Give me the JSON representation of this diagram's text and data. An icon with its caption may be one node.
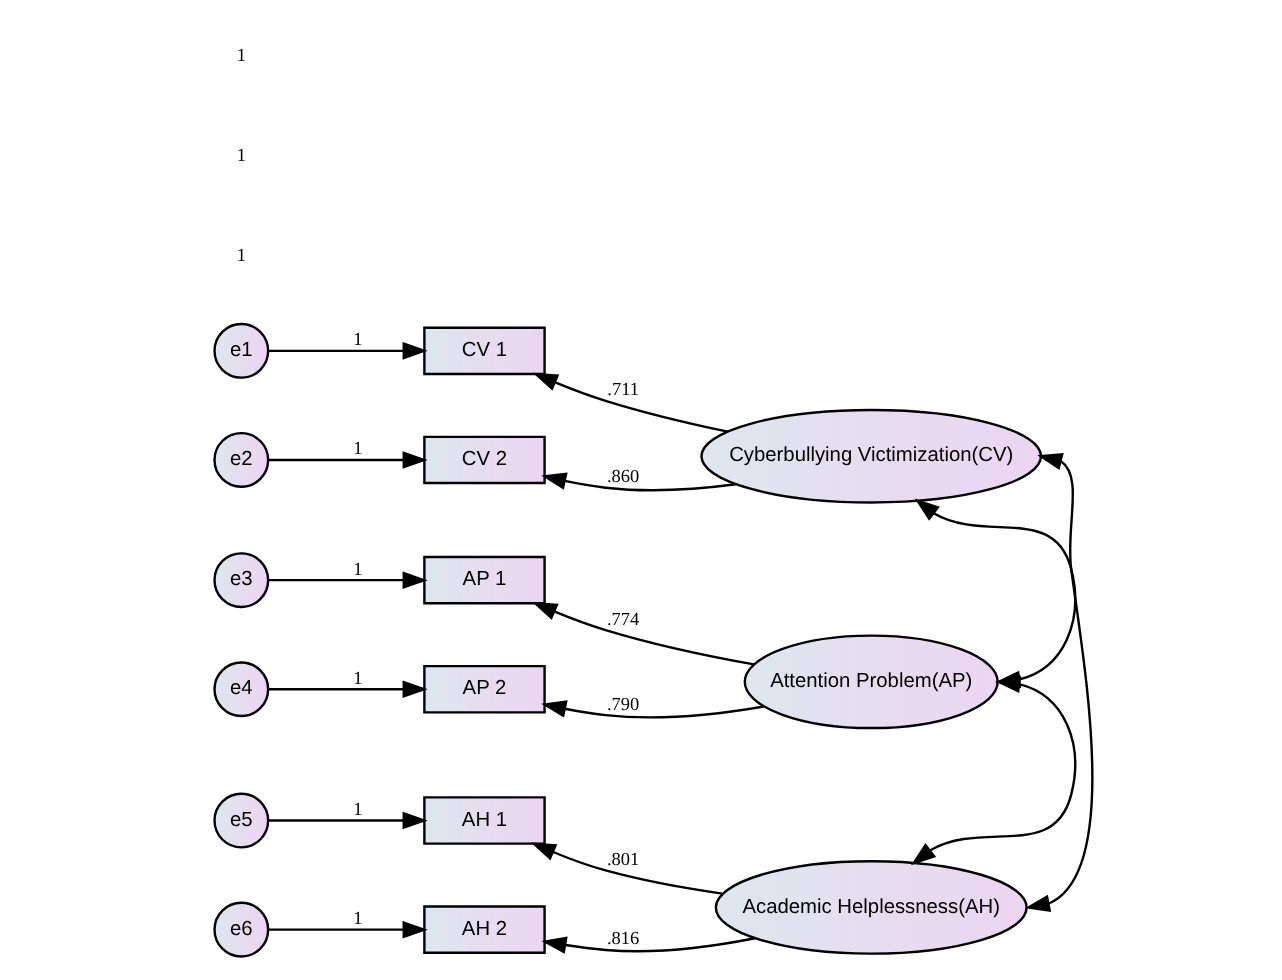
{
  "diagram": {
    "nodes": [
      {
        "text": [
          "e1"
        ]
      },
      {
        "text": [
          "CV 1"
        ]
      },
      {
        "text": [
          "Cyberbullying Victimization(CV)"
        ]
      },
      {
        "text": [
          "e2"
        ]
      },
      {
        "text": [
          "CV 2"
        ]
      },
      {
        "text": [
          "e3"
        ]
      },
      {
        "text": [
          "AP 1"
        ]
      },
      {
        "text": [
          "Attention Problem(AP)"
        ]
      },
      {
        "text": [
          "e4"
        ]
      },
      {
        "text": [
          "AP 2"
        ]
      },
      {
        "text": [
          "e5"
        ]
      },
      {
        "text": [
          "AH 1"
        ]
      },
      {
        "text": [
          "Academic Helplessness(AH)"
        ]
      },
      {
        "text": [
          "e6"
        ]
      },
      {
        "text": [
          "AH 2"
        ]
      }
    ],
    "edges": [
      {
        "from": 0,
        "to": 1,
        "arrow": "to",
        "label": "1"
      },
      {
        "from": 2,
        "to": 1,
        "arrow": "to",
        "label": ".711"
      },
      {
        "from": 3,
        "to": 4,
        "arrow": "to",
        "label": "1"
      },
      {
        "from": 2,
        "to": 4,
        "arrow": "to",
        "label": ".860"
      },
      {
        "from": 5,
        "to": 6,
        "arrow": "to",
        "label": "1"
      },
      {
        "from": 7,
        "to": 6,
        "arrow": "to",
        "label": ".774"
      },
      {
        "from": 8,
        "to": 9,
        "arrow": "to",
        "label": "1"
      },
      {
        "from": 7,
        "to": 9,
        "arrow": "to",
        "label": ".790"
      },
      {
        "from": 10,
        "to": 11,
        "arrow": "to",
        "label": "1"
      },
      {
        "from": 12,
        "to": 11,
        "arrow": "to",
        "label": ".801"
      },
      {
        "from": 13,
        "to": 14,
        "arrow": "to",
        "label": "1"
      },
      {
        "from": 12,
        "to": 14,
        "arrow": "to",
        "label": ".816"
      },
      {
        "from": 2,
        "to": 7,
        "arrow": "both"
      },
      {
        "from": 7,
        "to": 12,
        "arrow": "both"
      },
      {
        "from": 2,
        "to": 12,
        "arrow": "both"
      }
    ],
    "labels": [
      "1",
      "1",
      "1"
    ]
  }
}
